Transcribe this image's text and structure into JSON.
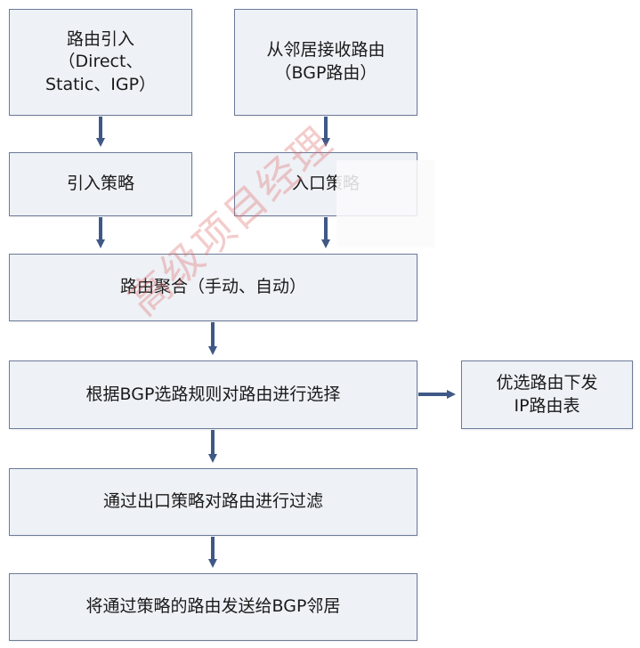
{
  "boxes": {
    "route_import": {
      "line1": "路由引入",
      "line2": "（Direct、",
      "line3": "Static、IGP）"
    },
    "receive_from_neighbor": {
      "line1": "从邻居接收路由",
      "line2": "（BGP路由）"
    },
    "import_policy": {
      "label": "引入策略"
    },
    "inbound_policy": {
      "label": "入口策略"
    },
    "route_aggregation": {
      "label": "路由聚合（手动、自动）"
    },
    "bgp_selection": {
      "label": "根据BGP选路规则对路由进行选择"
    },
    "outbound_filter": {
      "label": "通过出口策略对路由进行过滤"
    },
    "send_to_neighbor": {
      "label": "将通过策略的路由发送给BGP邻居"
    },
    "ip_routing_table": {
      "line1": "优选路由下发",
      "line2": "IP路由表"
    }
  },
  "watermark": "高级项目经理",
  "colors": {
    "box_fill": "#eef1f6",
    "box_border": "#6c7a98",
    "arrow": "#3f5886",
    "watermark": "#dc6e6e"
  }
}
